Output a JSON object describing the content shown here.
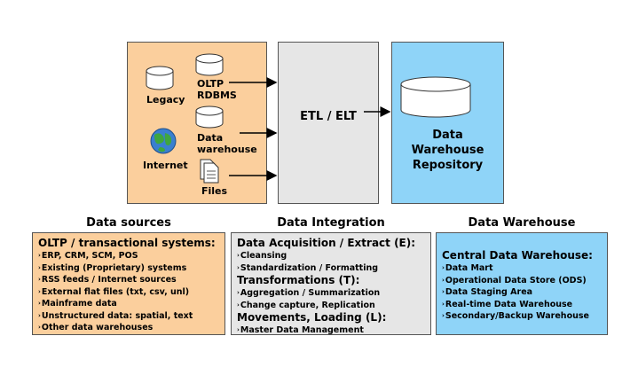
{
  "top": {
    "sources": {
      "legacy": "Legacy",
      "oltp_line1": "OLTP",
      "oltp_line2": "RDBMS",
      "dw_line1": "Data",
      "dw_line2": "warehouse",
      "internet": "Internet",
      "files": "Files"
    },
    "etl_label": "ETL / ELT",
    "dw_label_lines": [
      "Data",
      "Warehouse",
      "Repository"
    ]
  },
  "sections": {
    "sources_title": "Data sources",
    "integration_title": "Data Integration",
    "warehouse_title": "Data Warehouse"
  },
  "panels": {
    "sources": {
      "heading": "OLTP / transactional systems:",
      "items": [
        "ERP, CRM, SCM, POS",
        "Existing (Proprietary) systems",
        "RSS feeds / Internet sources",
        "External flat files (txt, csv, unl)",
        "Mainframe data",
        "Unstructured data: spatial, text",
        "Other data warehouses"
      ]
    },
    "integration": {
      "heading1": "Data Acquisition / Extract (E):",
      "items1": [
        "Cleansing",
        "Standardization / Formatting"
      ],
      "heading2": "Transformations (T):",
      "items2": [
        "Aggregation / Summarization",
        "Change capture, Replication"
      ],
      "heading3": "Movements, Loading (L):",
      "items3": [
        "Master Data Management"
      ]
    },
    "warehouse": {
      "heading": "Central Data Warehouse:",
      "items": [
        "Data Mart",
        "Operational Data Store (ODS)",
        "Data Staging Area",
        "Real-time Data Warehouse",
        "Secondary/Backup Warehouse"
      ]
    }
  },
  "colors": {
    "sources_fill": "#fbcf9d",
    "etl_fill": "#e6e6e6",
    "warehouse_fill": "#8fd4f8"
  },
  "bullet": "›"
}
